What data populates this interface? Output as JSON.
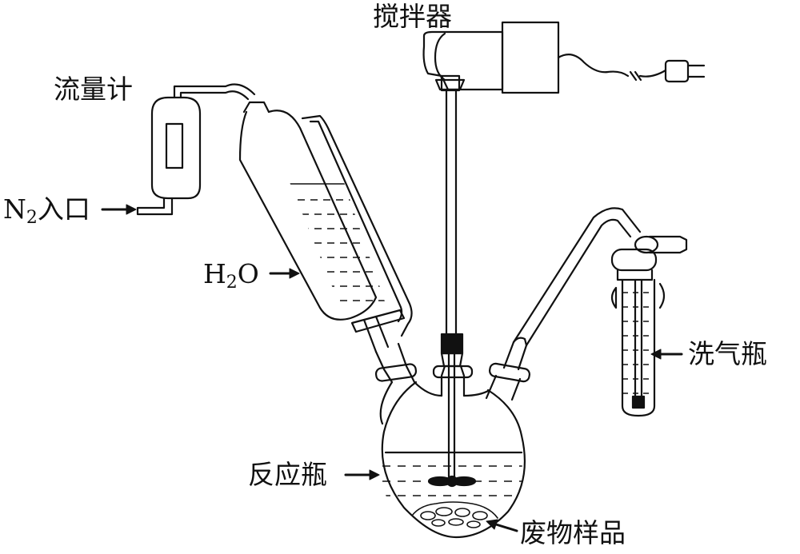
{
  "labels": {
    "stirrer": "搅拌器",
    "flowmeter": "流量计",
    "n2_symbol": "N",
    "n2_subscript": "2",
    "n2_inlet": "入口",
    "water_h": "H",
    "water_subscript": "2",
    "water_o": "O",
    "gas_washing_bottle": "洗气瓶",
    "reaction_flask": "反应瓶",
    "waste_sample": "废物样品"
  },
  "colors": {
    "line": "#111111",
    "background": "#ffffff"
  }
}
